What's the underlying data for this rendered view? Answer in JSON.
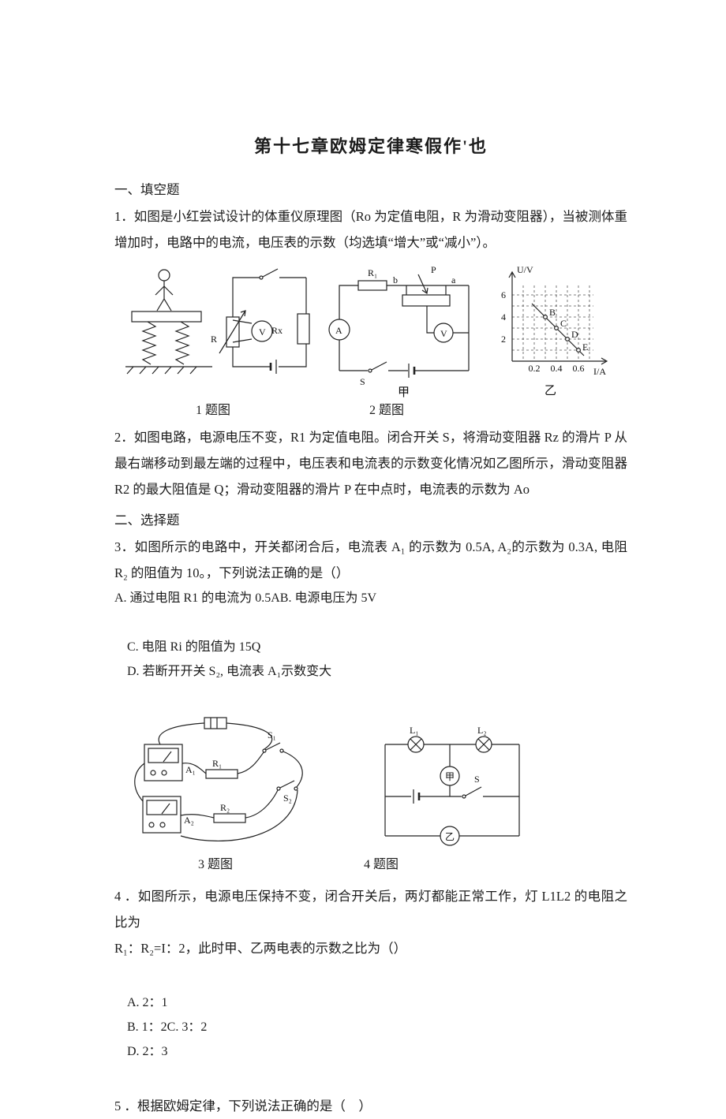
{
  "title": "第十七章欧姆定律寒假作'也",
  "sections": {
    "fill": "一、填空题",
    "choice": "二、选择题"
  },
  "q1": "1．如图是小红尝试设计的体重仪原理图（Ro 为定值电阻，R 为滑动变阻器），当被测体重增加时，电路中的电流，电压表的示数（均选填“增大”或“减小”）。",
  "captions": {
    "fig1": "1 题图",
    "fig2": "2 题图",
    "fig3": "3 题图",
    "fig4": "4 题图"
  },
  "q2": "2．如图电路，电源电压不变，R1 为定值电阻。闭合开关 S，将滑动变阻器 Rz 的滑片 P 从最右端移动到最左端的过程中，电压表和电流表的示数变化情况如乙图所示，滑动变阻器 R2 的最大阻值是 Q；滑动变阻器的滑片 P 在中点时，电流表的示数为 Ao",
  "q3": "3．如图所示的电路中，开关都闭合后，电流表 A₁ 的示数为 0.5A, A₂的示数为 0.3A, 电阻 R₂ 的阻值为 10。，下列说法正确的是（）",
  "q3_opts": {
    "ab": "A. 通过电阻 R1 的电流为 0.5AB. 电源电压为 5V",
    "c": "C. 电阻 Ri 的阻值为 15Q",
    "d": "D. 若断开开关 S₂, 电流表 A₁示数变大"
  },
  "q4": {
    "line1": "4 ．如图所示，电源电压保持不变，闭合开关后，两灯都能正常工作，灯 L1L2 的电阻之比为",
    "line2": "R₁：R₂=I：2，此时甲、乙两电表的示数之比为（）",
    "opt_a": "A. 2：1",
    "opt_b": "B. 1：2C. 3：2",
    "opt_d": "D. 2：3"
  },
  "q5": "5 ．根据欧姆定律，下列说法正确的是（    ）",
  "fig_labels": {
    "R": "R",
    "V": "V",
    "Rx": "Rx",
    "A": "A",
    "R1": "R₁",
    "R2": "R₂",
    "P": "P",
    "a": "a",
    "b": "b",
    "S": "S",
    "jia": "甲",
    "yi": "乙",
    "UV": "U/V",
    "IA": "I/A",
    "t6": "6",
    "t4": "4",
    "t2": "2",
    "x02": "0.2",
    "x04": "0.4",
    "x06": "0.6",
    "B": "B",
    "C": "C",
    "D": "D",
    "E": "E",
    "A1": "A₁",
    "A2": "A₂",
    "S1": "S₁",
    "S2": "S₂",
    "L1": "L₁",
    "L2": "L₂"
  }
}
